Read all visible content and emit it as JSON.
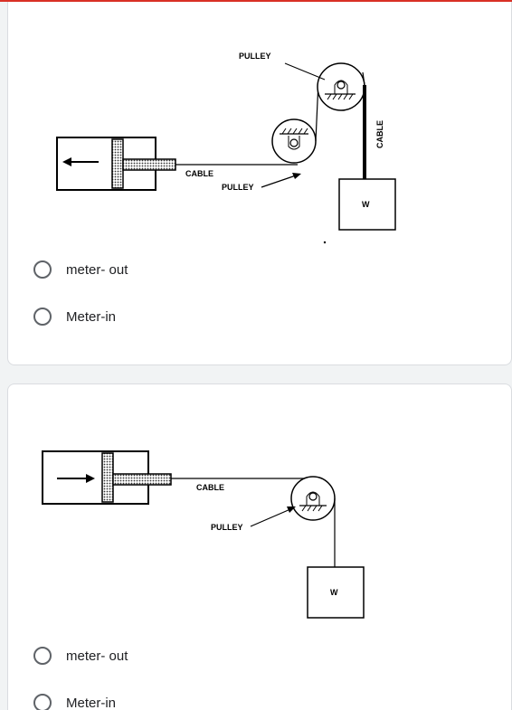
{
  "questions": [
    {
      "diagram": {
        "labels": {
          "pulley_top": "PULLEY",
          "cable_horizontal": "CABLE",
          "pulley_bottom": "PULLEY",
          "cable_vertical": "CABLE",
          "weight": "W"
        }
      },
      "options": [
        {
          "label": "meter- out",
          "selected": false
        },
        {
          "label": "Meter-in",
          "selected": false
        }
      ]
    },
    {
      "diagram": {
        "labels": {
          "cable": "CABLE",
          "pulley": "PULLEY",
          "weight": "W"
        }
      },
      "options": [
        {
          "label": "meter- out",
          "selected": false
        },
        {
          "label": "Meter-in",
          "selected": false
        }
      ]
    }
  ],
  "colors": {
    "background": "#f1f3f4",
    "card": "#ffffff",
    "radio_border": "#5f6368",
    "accent_top": "#d93025"
  }
}
